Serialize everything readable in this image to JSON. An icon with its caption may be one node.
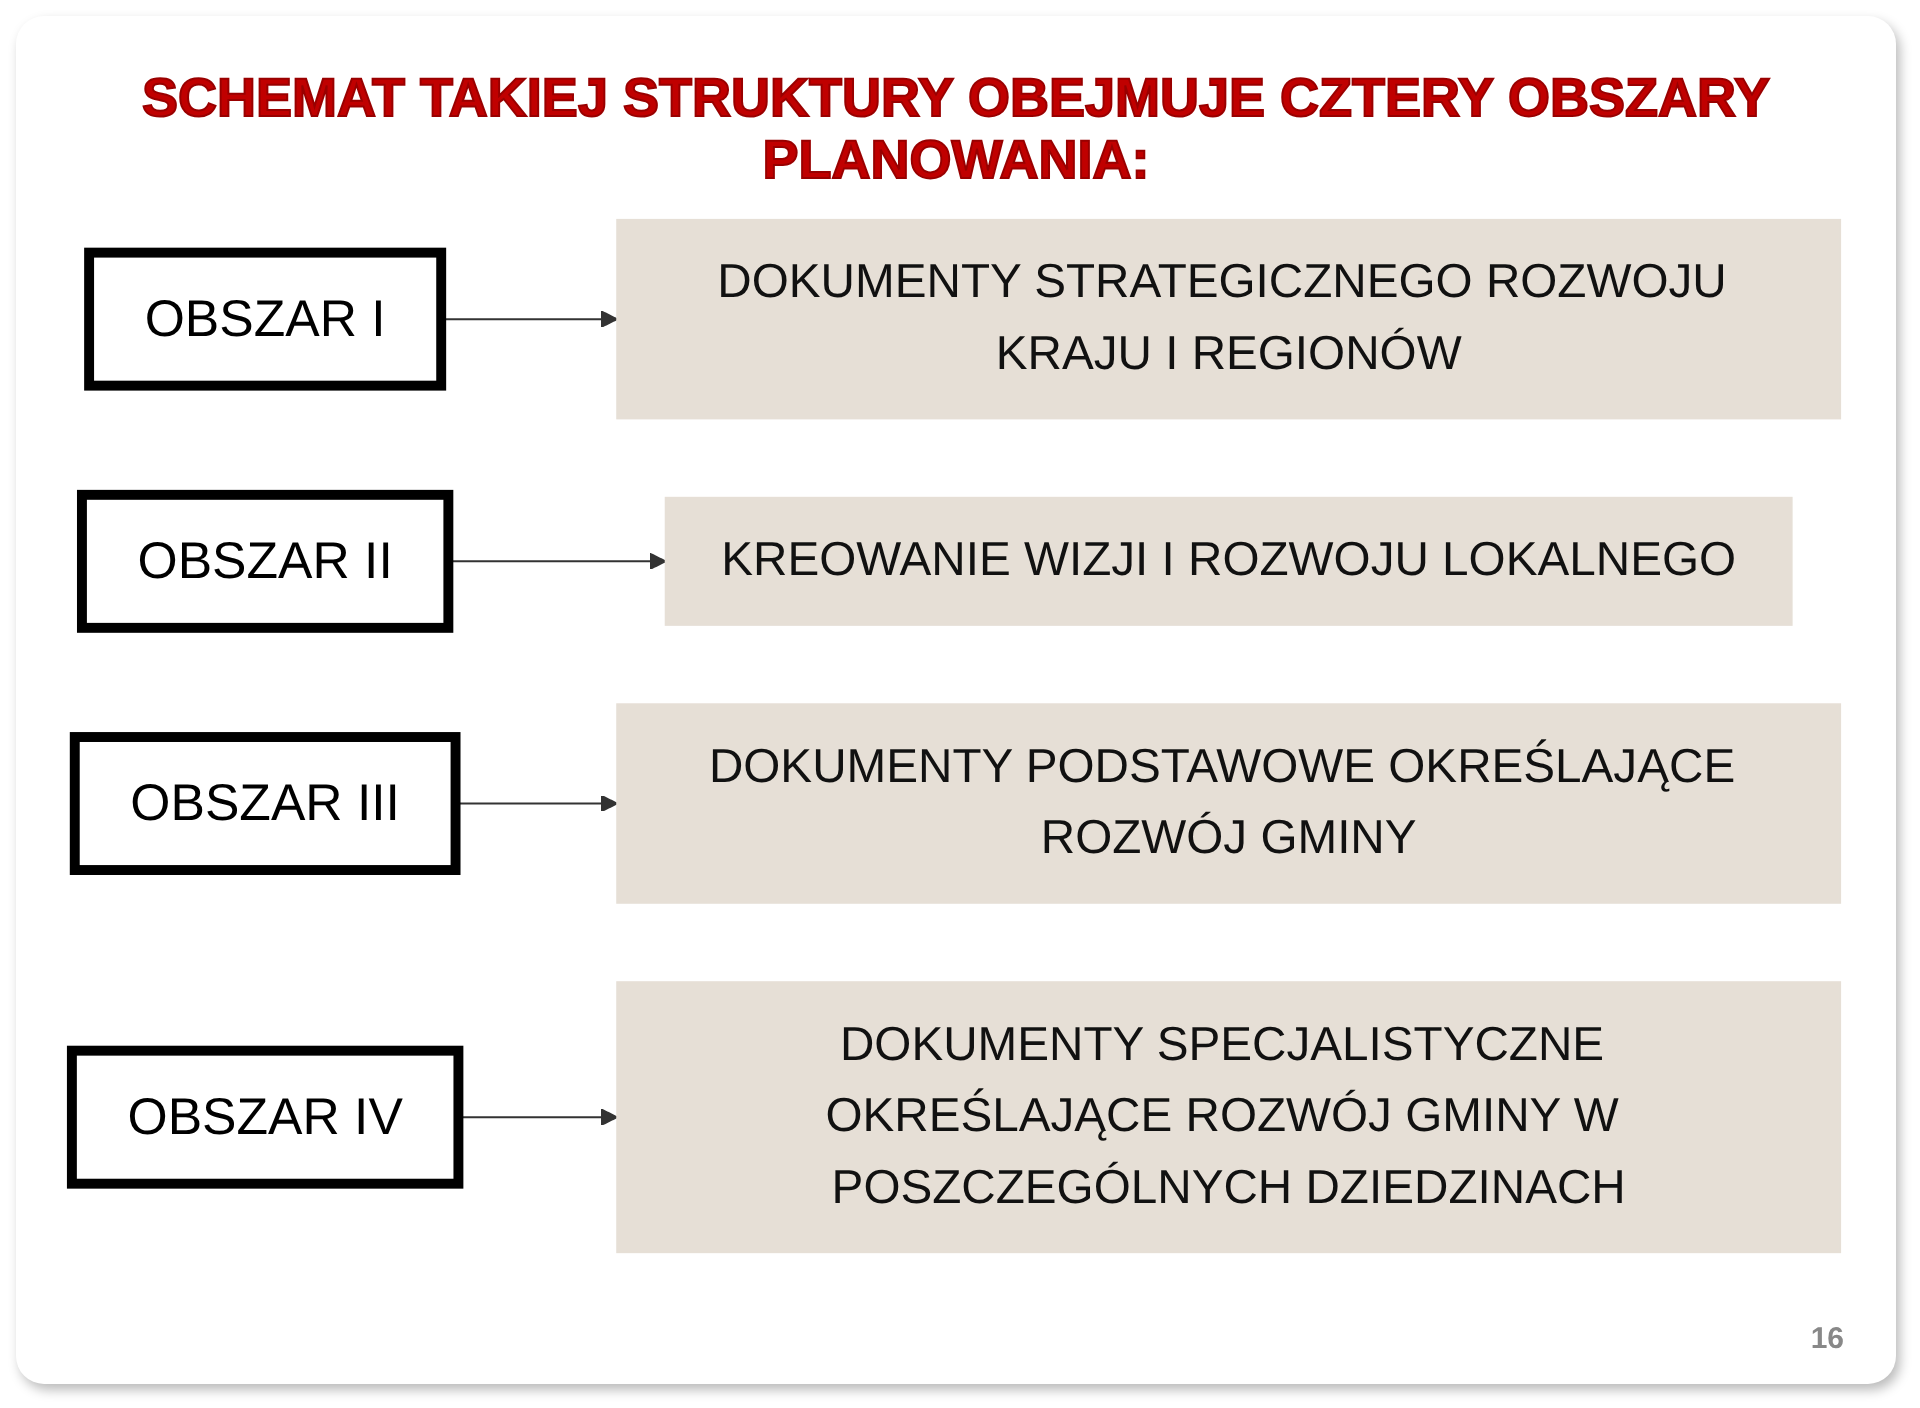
{
  "diagram": {
    "title": "SCHEMAT TAKIEJ STRUKTURY OBEJMUJE CZTERY OBSZARY PLANOWANIA:",
    "nodes": [
      {
        "text": [
          "OBSZAR I"
        ]
      },
      {
        "text": [
          "DOKUMENTY STRATEGICZNEGO ROZWOJU KRAJU I REGIONÓW"
        ]
      },
      {
        "text": [
          "OBSZAR II"
        ]
      },
      {
        "text": [
          "KREOWANIE WIZJI I ROZWOJU LOKALNEGO"
        ]
      },
      {
        "text": [
          "OBSZAR III"
        ]
      },
      {
        "text": [
          "DOKUMENTY PODSTAWOWE OKREŚLAJĄCE ROZWÓJ GMINY"
        ]
      },
      {
        "text": [
          "OBSZAR IV"
        ]
      },
      {
        "text": [
          "DOKUMENTY SPECJALISTYCZNE OKREŚLAJĄCE ROZWÓJ GMINY W POSZCZEGÓLNYCH DZIEDZINACH"
        ]
      }
    ],
    "edges": [
      {
        "from": 0,
        "to": 1,
        "arrow": "to"
      },
      {
        "from": 2,
        "to": 3,
        "arrow": "to"
      },
      {
        "from": 4,
        "to": 5,
        "arrow": "to"
      },
      {
        "from": 6,
        "to": 7,
        "arrow": "to"
      }
    ],
    "labels": [
      "16"
    ]
  }
}
